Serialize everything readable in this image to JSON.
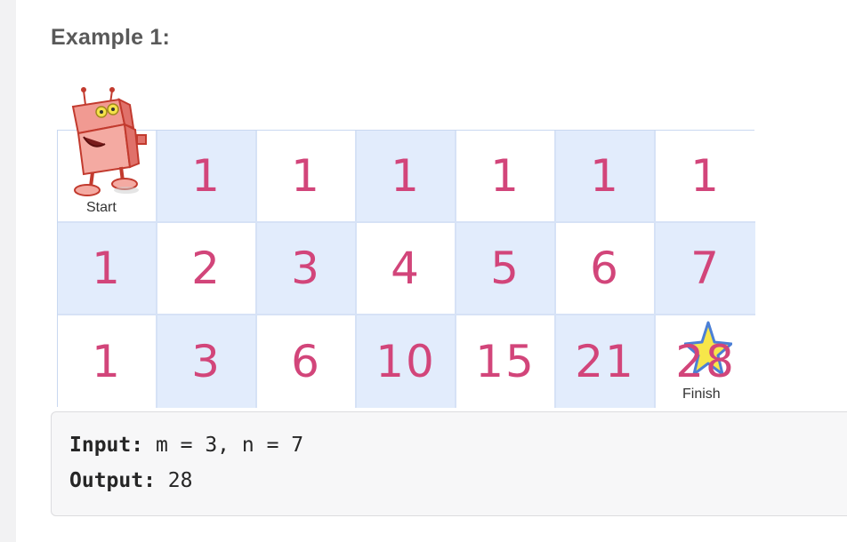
{
  "heading": "Example 1:",
  "grid": {
    "rows": [
      [
        "",
        "1",
        "1",
        "1",
        "1",
        "1",
        "1"
      ],
      [
        "1",
        "2",
        "3",
        "4",
        "5",
        "6",
        "7"
      ],
      [
        "1",
        "3",
        "6",
        "10",
        "15",
        "21",
        "28"
      ]
    ],
    "start_label": "Start",
    "finish_label": "Finish"
  },
  "colors": {
    "number": "#d2457a",
    "cell_light": "#ffffff",
    "cell_dark": "#e2ecfc",
    "cell_border": "#d6e2f6"
  },
  "icons": {
    "start": "robot-icon",
    "finish": "star-icon"
  },
  "example": {
    "input_label": "Input:",
    "input_value": " m = 3, n = 7",
    "output_label": "Output:",
    "output_value": " 28"
  }
}
